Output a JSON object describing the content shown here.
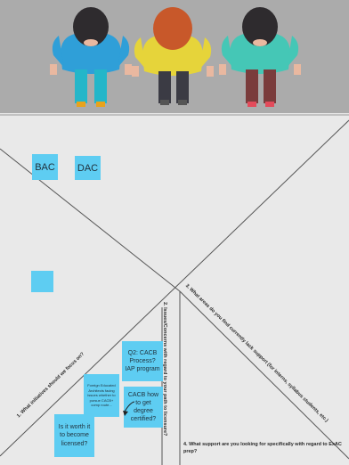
{
  "board": {
    "section1_label": "1. What initiatives should we focus on?",
    "section2_label": "2. Issues/Concerns with regard to your path to licensure?",
    "section3_label": "3. What areas do you find currently lack support (for interns, syllabus students, etc.)",
    "section4_label": "4. What support are you looking for specifically with regard to ExAC prep?",
    "stickies": {
      "bac": "BAC",
      "dac": "DAC",
      "blank": "",
      "q2_cacb": "Q2: CACB Process? IAP program",
      "foreign": "Foreign Educated Architects facing issues whether to pursue CACB+ comp route...",
      "cacb_degree": "CACB how to get degree certified?",
      "worth_it": "Is it worth it to become licensed?"
    }
  },
  "colors": {
    "sticky": "#5ecdf2",
    "board": "#e9e9e9",
    "top": "#ababab"
  }
}
